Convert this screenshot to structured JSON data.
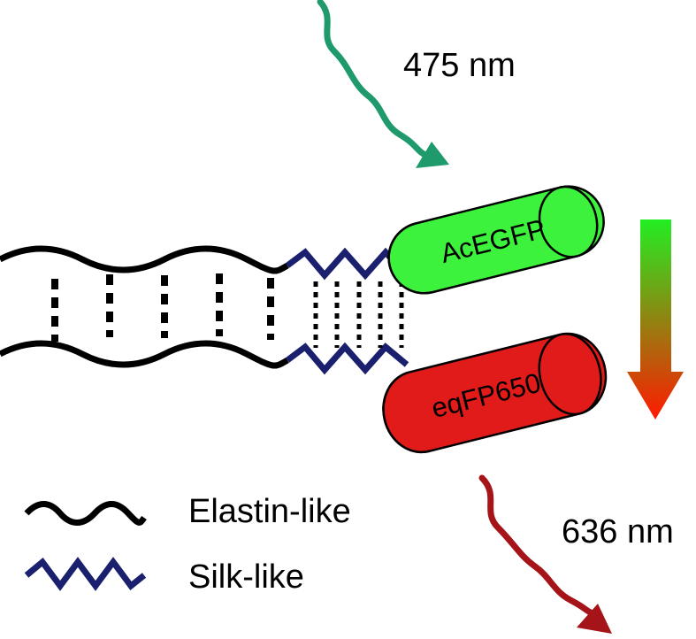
{
  "colors": {
    "elastin": "#000000",
    "silk": "#1a1f6e",
    "excitation": "#1e9a6c",
    "emission": "#a41419",
    "donor_fill": "#3df23d",
    "acceptor_fill": "#e11a1a",
    "gradient_top": "#22ee22",
    "gradient_bottom": "#ff1a00"
  },
  "excitation": {
    "label": "475 nm",
    "icon": "wavy-arrow-down-right"
  },
  "emission": {
    "label": "636 nm",
    "icon": "wavy-arrow-down-right"
  },
  "donor": {
    "label": "AcEGFP",
    "shape": "cylinder"
  },
  "acceptor": {
    "label": "eqFP650",
    "shape": "cylinder"
  },
  "energy_transfer": {
    "icon": "gradient-arrow-down"
  },
  "legend": {
    "items": [
      {
        "label": "Elastin-like",
        "icon": "wavy-line"
      },
      {
        "label": "Silk-like",
        "icon": "zigzag-line"
      }
    ]
  }
}
